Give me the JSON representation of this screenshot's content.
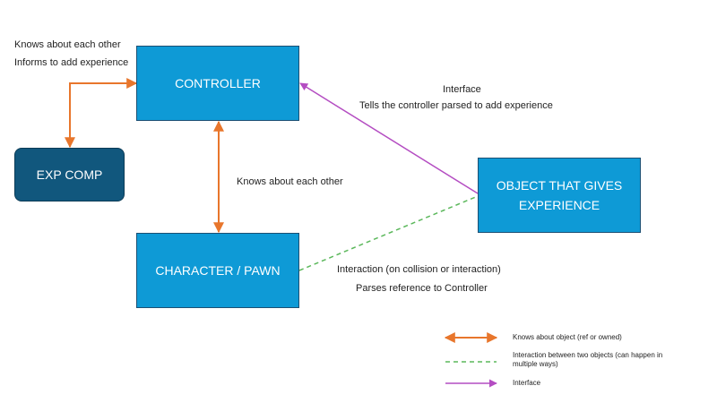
{
  "nodes": {
    "controller": "CONTROLLER",
    "exp_comp": "EXP COMP",
    "character_pawn": "CHARACTER / PAWN",
    "object_line1": "OBJECT THAT GIVES",
    "object_line2": "EXPERIENCE"
  },
  "annotations": {
    "controller_exp_line1": "Knows about each other",
    "controller_exp_line2": "Informs to add experience",
    "controller_pawn": "Knows about each other",
    "interface_title": "Interface",
    "interface_desc": "Tells the controller parsed to add experience",
    "interaction_line1": "Interaction (on collision or interaction)",
    "interaction_line2": "Parses reference to Controller"
  },
  "legend": {
    "owned": "Knows about object (ref or owned)",
    "interaction": "Interaction between two objects (can happen in multiple ways)",
    "interface": "Interface"
  },
  "colors": {
    "box_primary": "#0e9ad6",
    "box_secondary": "#11577d",
    "owned_arrow": "#e8762c",
    "interaction_line": "#5cb85c",
    "interface_arrow": "#b44dc2"
  }
}
